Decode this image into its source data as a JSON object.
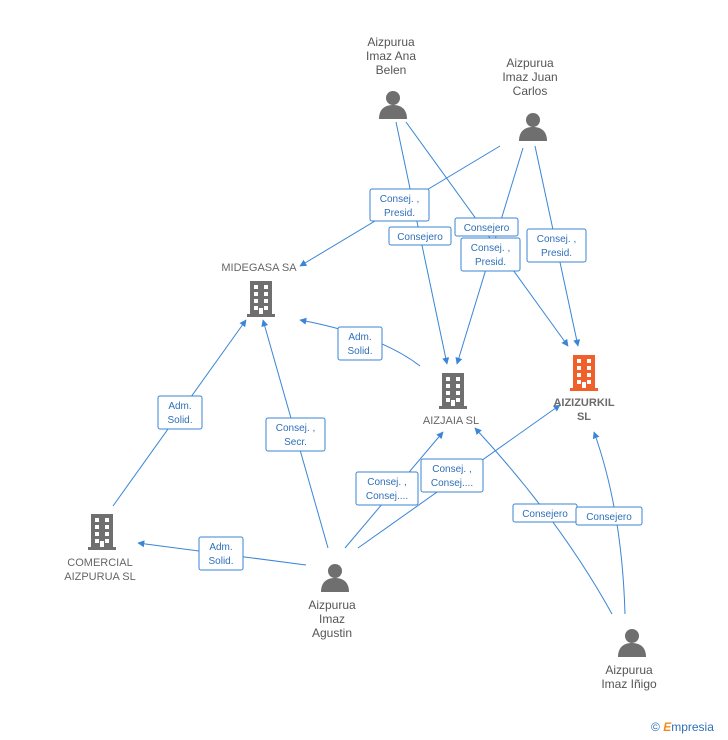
{
  "people": [
    {
      "id": "ana",
      "lines": [
        "Aizpurua",
        "Imaz Ana",
        "Belen"
      ]
    },
    {
      "id": "juan",
      "lines": [
        "Aizpurua",
        "Imaz Juan",
        "Carlos"
      ]
    },
    {
      "id": "agustin",
      "lines": [
        "Aizpurua",
        "Imaz",
        "Agustin"
      ]
    },
    {
      "id": "inigo",
      "lines": [
        "Aizpurua",
        "Imaz Iñigo"
      ]
    }
  ],
  "companies": [
    {
      "id": "midegasa",
      "lines": [
        "MIDEGASA SA"
      ],
      "highlight": false
    },
    {
      "id": "aizjaia",
      "lines": [
        "AIZJAIA SL"
      ],
      "highlight": false
    },
    {
      "id": "aizizurkil",
      "lines": [
        "AIZIZURKIL",
        "SL"
      ],
      "highlight": true
    },
    {
      "id": "comercial",
      "lines": [
        "COMERCIAL",
        "AIZPURUA SL"
      ],
      "highlight": false
    }
  ],
  "relations": [
    {
      "id": "r1",
      "lines": [
        "Consej. ,",
        "Presid."
      ]
    },
    {
      "id": "r2",
      "lines": [
        "Consejero"
      ]
    },
    {
      "id": "r3",
      "lines": [
        "Consejero"
      ]
    },
    {
      "id": "r4",
      "lines": [
        "Consej. ,",
        "Presid."
      ]
    },
    {
      "id": "r5",
      "lines": [
        "Consej. ,",
        "Presid."
      ]
    },
    {
      "id": "r6",
      "lines": [
        "Adm.",
        "Solid."
      ]
    },
    {
      "id": "r7",
      "lines": [
        "Adm.",
        "Solid."
      ]
    },
    {
      "id": "r8",
      "lines": [
        "Consej. ,",
        "Secr."
      ]
    },
    {
      "id": "r9",
      "lines": [
        "Consej. ,",
        "Consej...."
      ]
    },
    {
      "id": "r10",
      "lines": [
        "Consej. ,",
        "Consej...."
      ]
    },
    {
      "id": "r11",
      "lines": [
        "Adm.",
        "Solid."
      ]
    },
    {
      "id": "r12",
      "lines": [
        "Consejero"
      ]
    },
    {
      "id": "r13",
      "lines": [
        "Consejero"
      ]
    }
  ],
  "colors": {
    "edge": "#3a85d6",
    "company": "#6f6f6f",
    "highlight": "#f0602a",
    "person": "#6f6f6f"
  },
  "brand": {
    "symbol": "©",
    "initial": "E",
    "rest": "mpresia"
  }
}
